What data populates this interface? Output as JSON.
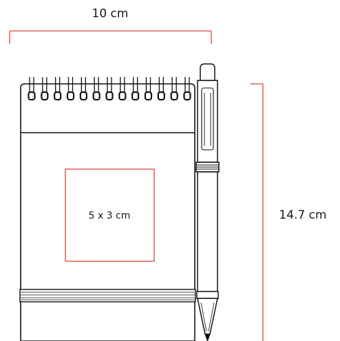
{
  "dimensions": {
    "width_label": "10 cm",
    "height_label": "14.7 cm",
    "print_area_label": "5 x 3 cm"
  },
  "notepad": {
    "spiral_ring_count": 13
  },
  "colors": {
    "dimension_line": "#d9443a",
    "print_area": "#d9443a",
    "outline": "#111111"
  }
}
